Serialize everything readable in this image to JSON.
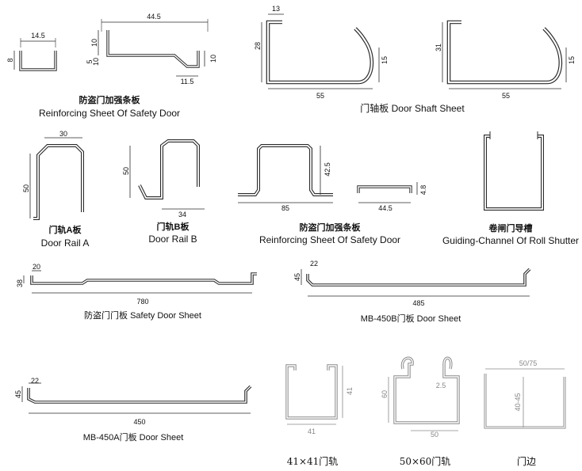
{
  "captions": {
    "p1_cn": "防盗门加强条板",
    "p1_en": "Reinforcing Sheet Of Safety Door",
    "p2": "门轴板  Door Shaft Sheet",
    "p3_cn": "门轨A板",
    "p3_en": "Door Rail A",
    "p4_cn": "门轨B板",
    "p4_en": "Door Rail B",
    "p5_cn": "防盗门加强条板",
    "p5_en": "Reinforcing Sheet Of Safety Door",
    "p6_cn": "卷闸门导槽",
    "p6_en": "Guiding-Channel Of Roll Shutter",
    "p7": "防盗门门板   Safety Door Sheet",
    "p8": "MB-450B门板   Door Sheet",
    "p9": "MB-450A门板   Door Sheet",
    "p10": "41×41门轨",
    "p11": "50×60门轨",
    "p12": "门边"
  },
  "dims": {
    "p1a": "14.5",
    "p1b": "8",
    "p2a": "44.5",
    "p2b": "10",
    "p2c": "5",
    "p2d": "10",
    "p2e": "11.5",
    "p2f": "10",
    "p3a": "13",
    "p3b": "28",
    "p3c": "15",
    "p3d": "55",
    "p4a": "31",
    "p4b": "15",
    "p4c": "55",
    "p5a": "30",
    "p5b": "50",
    "p6a": "50",
    "p6b": "34",
    "p7a": "42.5",
    "p7b": "85",
    "p8a": "44.5",
    "p8b": "4.8",
    "p9a": "20",
    "p9b": "38",
    "p9c": "780",
    "p10a": "22",
    "p10b": "45",
    "p10c": "485",
    "p11a": "22",
    "p11b": "45",
    "p11c": "450",
    "p12a": "41",
    "p12b": "41",
    "p13a": "60",
    "p13b": "2.5",
    "p13c": "50",
    "p14a": "50/75",
    "p14b": "40-45"
  },
  "colors": {
    "line": "#2a2a2a",
    "gray": "#8a8a8a"
  }
}
